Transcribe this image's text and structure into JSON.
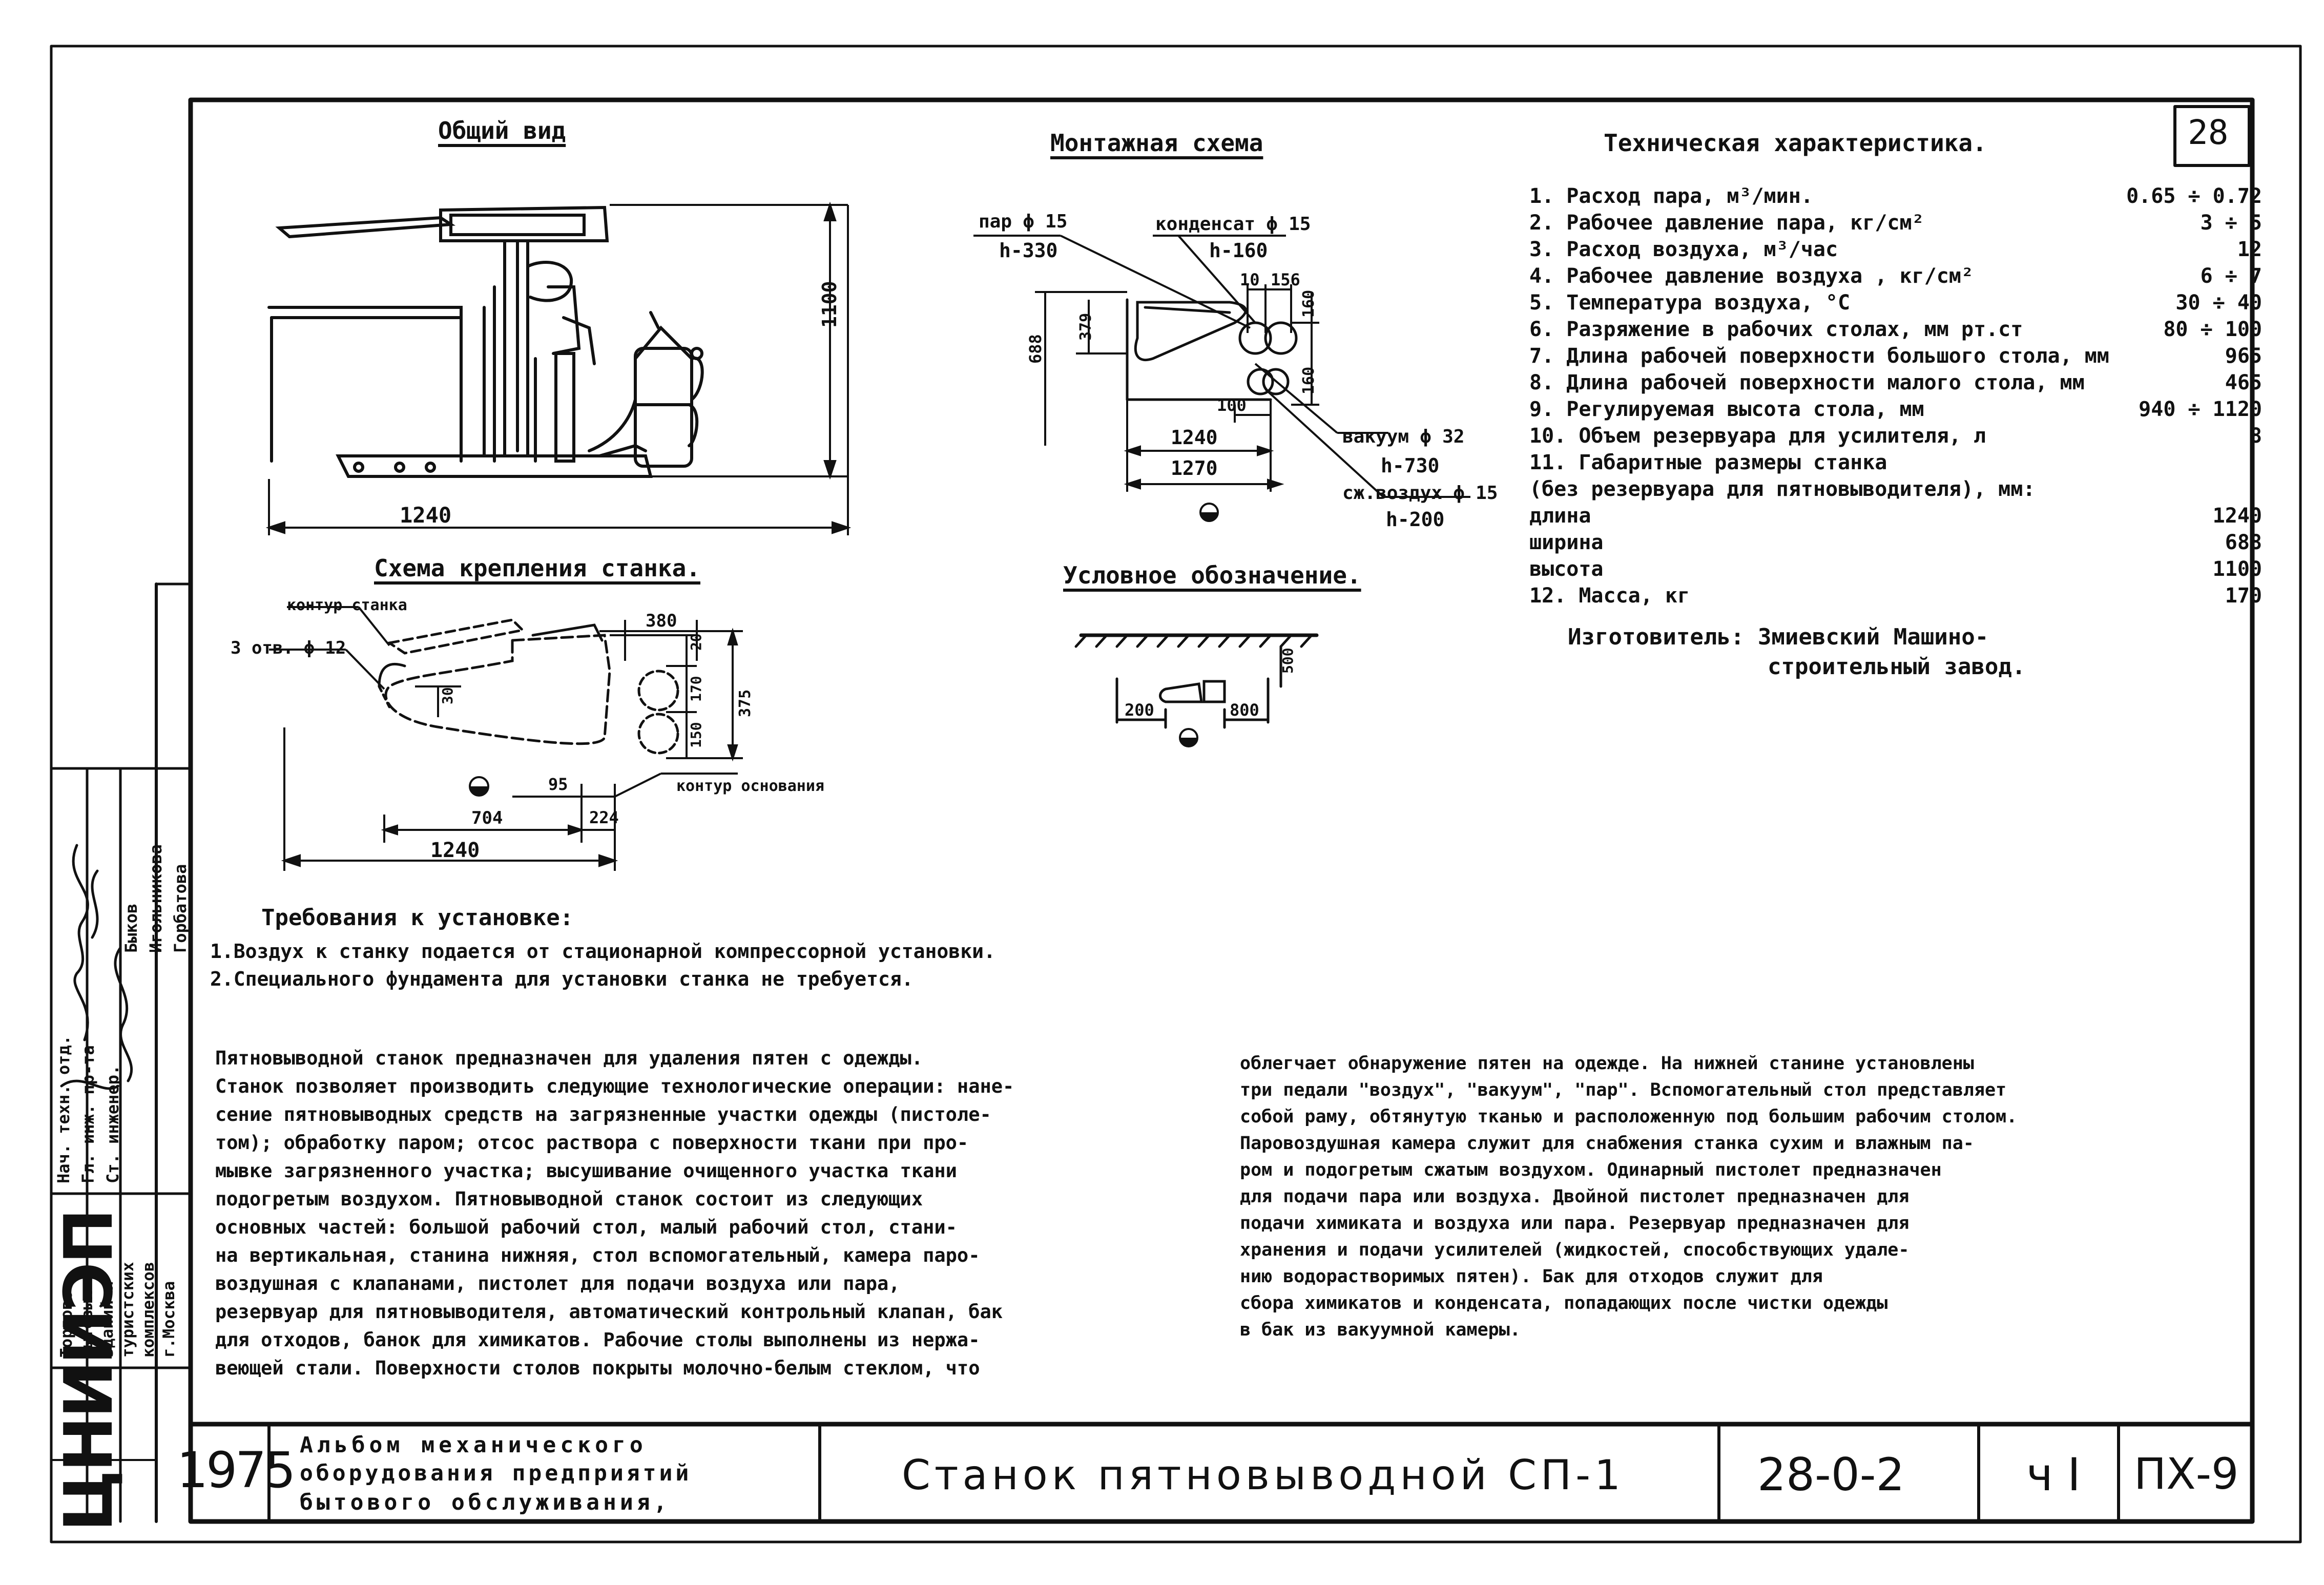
{
  "sheet_number": "28",
  "views": {
    "general_title": "Общий вид",
    "mounting_title": "Монтажная схема",
    "fixing_title": "Схема крепления станка.",
    "symbol_title": "Условное обозначение."
  },
  "general_view": {
    "dim_width": "1240",
    "dim_height": "1100"
  },
  "mounting_scheme": {
    "steam_label": "пар ϕ 15",
    "steam_h": "h-330",
    "condensate_label": "конденсат ϕ 15",
    "condensate_h": "h-160",
    "dim_10": "10",
    "dim_156": "156",
    "dim_160_a": "160",
    "dim_160_b": "160",
    "dim_379": "379",
    "dim_688": "688",
    "dim_100": "100",
    "dim_1240": "1240",
    "dim_1270": "1270",
    "vacuum_label": "вакуум ϕ 32",
    "vacuum_h": "h-730",
    "air_label": "сж.воздух ϕ 15",
    "air_h": "h-200"
  },
  "fixing_scheme": {
    "contour_machine": "контур станка",
    "holes_label": "3 отв. ϕ 12",
    "contour_base": "контур основания",
    "dim_380": "380",
    "dim_20": "20",
    "dim_170": "170",
    "dim_150": "150",
    "dim_375": "375",
    "dim_30": "30",
    "dim_95": "95",
    "dim_704": "704",
    "dim_224": "224",
    "dim_1240": "1240"
  },
  "symbol": {
    "dim_500": "500",
    "dim_200": "200",
    "dim_800": "800"
  },
  "specs": {
    "title": "Техническая характеристика.",
    "rows": [
      {
        "label": "1. Расход пара, м³/мин.",
        "value": "0.65 ÷ 0.72"
      },
      {
        "label": "2. Рабочее давление пара, кг/см²",
        "value": "3 ÷ 5"
      },
      {
        "label": "3. Расход воздуха, м³/час",
        "value": "12"
      },
      {
        "label": "4. Рабочее давление воздуха , кг/см²",
        "value": "6 ÷ 7"
      },
      {
        "label": "5. Температура воздуха, °С",
        "value": "30 ÷ 40"
      },
      {
        "label": "6. Разряжение в рабочих столах, мм рт.ст",
        "value": "80 ÷ 100"
      },
      {
        "label": "7. Длина рабочей поверхности большого стола, мм",
        "value": "965"
      },
      {
        "label": "8. Длина рабочей поверхности малого стола, мм",
        "value": "465"
      },
      {
        "label": "9. Регулируемая высота стола, мм",
        "value": "940 ÷ 1120"
      },
      {
        "label": "10. Объем резервуара для усилителя, л",
        "value": "8"
      },
      {
        "label": "11. Габаритные размеры станка",
        "value": ""
      },
      {
        "label": "  (без резервуара для пятновыводителя), мм:",
        "value": ""
      },
      {
        "label": "      длина",
        "value": "1240"
      },
      {
        "label": "      ширина",
        "value": "688"
      },
      {
        "label": "      высота",
        "value": "1100"
      },
      {
        "label": "12. Масса, кг",
        "value": "170"
      }
    ],
    "manufacturer_line1": "Изготовитель:     Змиевский  Машино-",
    "manufacturer_line2": "строительный завод."
  },
  "requirements": {
    "title": "Требования к установке:",
    "item1": "1.Воздух к станку подается от стационарной компрессорной установки.",
    "item2": "2.Специального фундамента для установки станка не требуется."
  },
  "description": {
    "left": [
      "Пятновыводной станок предназначен для удаления пятен с одежды.",
      "Станок позволяет производить следующие технологические операции: нане-",
      "сение пятновыводных средств на загрязненные участки одежды (пистоле-",
      "том); обработку паром; отсос раствора с поверхности ткани при про-",
      "мывке загрязненного участка; высушивание очищенного участка ткани",
      "подогретым воздухом.  Пятновыводной станок состоит из следующих",
      "основных частей: большой рабочий стол, малый рабочий стол, стани-",
      "на вертикальная, станина нижняя, стол вспомогательный, камера паро-",
      "воздушная с клапанами, пистолет для подачи воздуха или пара,",
      "резервуар для пятновыводителя, автоматический контрольный клапан, бак",
      "для отходов, банок для химикатов. Рабочие столы выполнены из нержа-",
      "веющей стали. Поверхности столов покрыты молочно-белым стеклом, что"
    ],
    "right": [
      "облегчает обнаружение пятен на одежде. На нижней станине установлены",
      "три педали \"воздух\", \"вакуум\", \"пар\". Вспомогательный стол представляет",
      "собой раму, обтянутую тканью и расположенную под большим рабочим столом.",
      "Паровоздушная камера служит для снабжения станка сухим и влажным па-",
      "ром и подогретым сжатым воздухом. Одинарный пистолет предназначен",
      "для подачи пара или воздуха. Двойной пистолет предназначен для",
      "подачи химиката и воздуха или пара. Резервуар предназначен для",
      "хранения и подачи усилителей (жидкостей, способствующих удале-",
      "нию водорастворимых пятен). Бак для отходов служит для",
      "сбора химикатов и конденсата, попадающих после чистки одежды",
      "в бак из вакуумной камеры."
    ]
  },
  "left_stamp": {
    "roles": [
      "Нач. техн. отд.",
      "Гл. инж. пр-та",
      "Ст. инженер."
    ],
    "names": [
      "Быков",
      "Игольникова",
      "Горбатова"
    ],
    "org": [
      "Торгово-",
      "бытовых",
      "зданий и",
      "туристских",
      "комплексов",
      "г.Москва"
    ],
    "logo": "ЦНИИЭП"
  },
  "title_block": {
    "year": "1975",
    "album_line1": "Альбом механического",
    "album_line2": "оборудования предприятий",
    "album_line3": "бытового обслуживания,",
    "drawing_title": "Станок пятновыводной СП-1",
    "code": "28-0-2",
    "part": "ч I",
    "sheet": "ПХ-9"
  }
}
